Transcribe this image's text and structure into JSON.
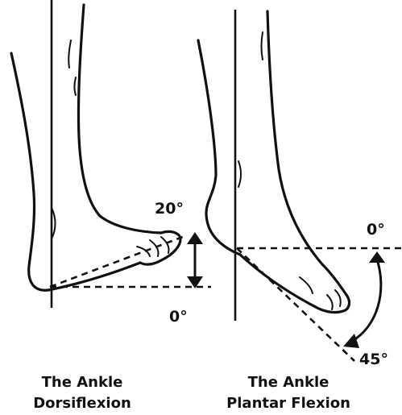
{
  "dorsiflexion": {
    "angle_top": "20°",
    "angle_bottom": "0°",
    "caption_line1": "The Ankle",
    "caption_line2": "Dorsiflexion"
  },
  "plantar": {
    "angle_top": "0°",
    "angle_bottom": "45°",
    "caption_line1": "The Ankle",
    "caption_line2": "Plantar Flexion"
  }
}
